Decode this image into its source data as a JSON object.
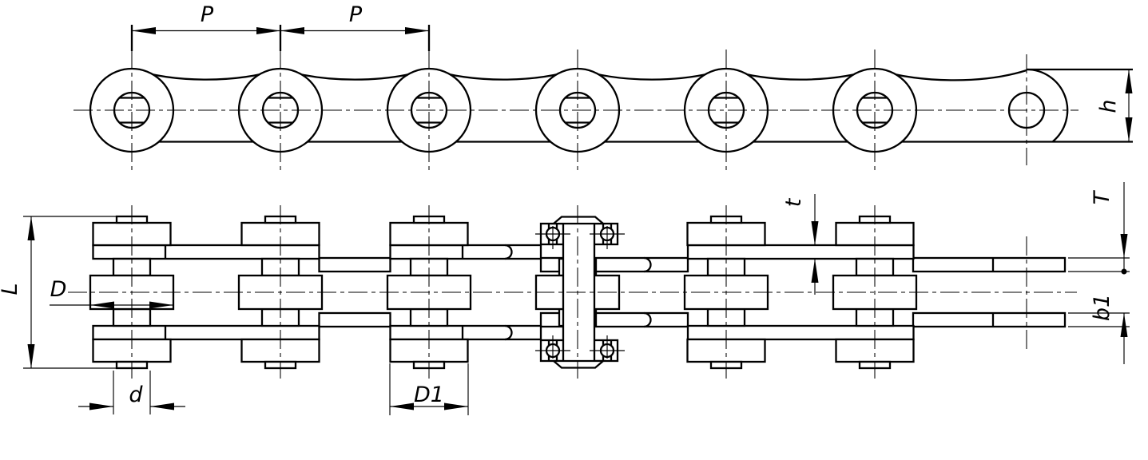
{
  "drawing": {
    "type": "engineering-drawing",
    "subject": "roller-chain-two-views",
    "colors": {
      "line": "#000000",
      "background": "#ffffff"
    },
    "dimensions": {
      "pitch_1": {
        "label": "P"
      },
      "pitch_2": {
        "label": "P"
      },
      "plate_height": {
        "label": "h"
      },
      "width_over_plates div": {
        "label": "T"
      },
      "overall_T": {
        "label": "T"
      },
      "plate_thickness": {
        "label": "t"
      },
      "inner_width": {
        "label": "b1"
      },
      "pin_length": {
        "label": "L"
      },
      "roller_diameter": {
        "label": "D"
      },
      "pin_diameter": {
        "label": "d"
      },
      "bushing_diameter": {
        "label": "D1"
      }
    }
  }
}
